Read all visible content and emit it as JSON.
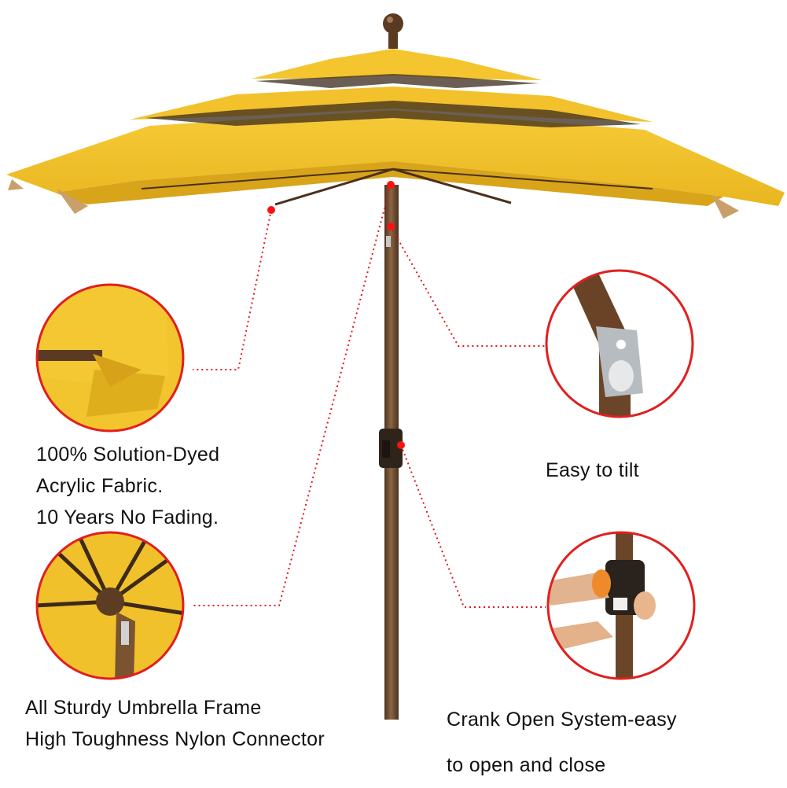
{
  "colors": {
    "canopy": "#f3c22a",
    "canopy_shadow": "#d9a719",
    "pole": "#6a4a2c",
    "callout_line": "#e8141b",
    "callout_dot": "#ff1010"
  },
  "callouts": {
    "fabric": {
      "lines": [
        "100% Solution-Dyed",
        "Acrylic Fabric.",
        "10 Years No Fading."
      ]
    },
    "tilt": {
      "lines": [
        "Easy to tilt"
      ]
    },
    "frame": {
      "lines": [
        "All Sturdy Umbrella Frame",
        "High Toughness Nylon Connector"
      ]
    },
    "crank": {
      "lines": [
        "Crank Open System-easy",
        "to open and close"
      ]
    }
  }
}
